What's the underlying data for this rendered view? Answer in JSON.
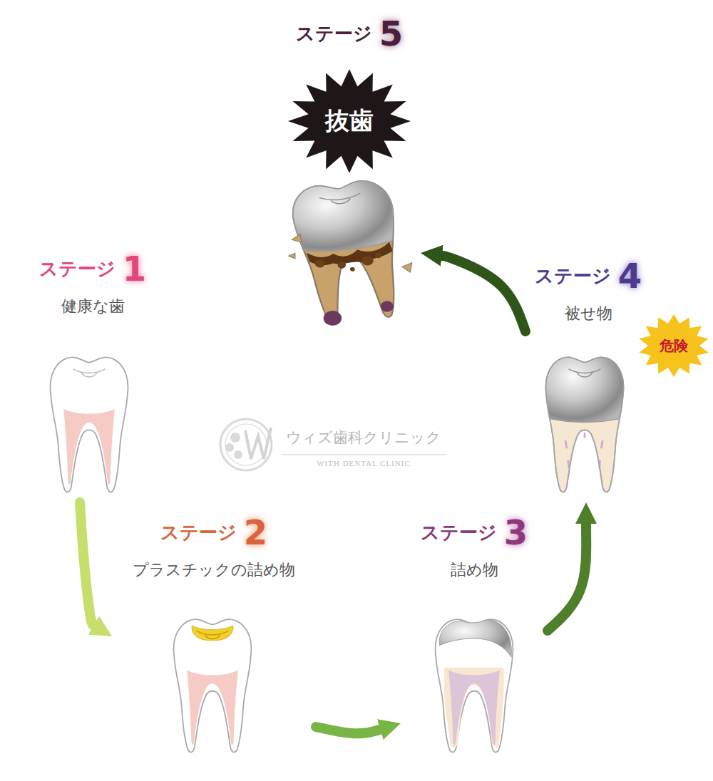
{
  "diagram": {
    "nodes": [
      {
        "text": [
          "ステージ",
          "1",
          "健康な歯"
        ]
      },
      {
        "text": [
          "ステージ",
          "2",
          "プラスチックの詰め物"
        ]
      },
      {
        "text": [
          "ステージ",
          "3",
          "詰め物"
        ]
      },
      {
        "text": [
          "ステージ",
          "4",
          "被せ物"
        ]
      },
      {
        "text": [
          "ステージ",
          "5",
          "抜歯"
        ]
      }
    ],
    "edges": [
      {
        "from": 0,
        "to": 1,
        "arrow": "to"
      },
      {
        "from": 1,
        "to": 2,
        "arrow": "to"
      },
      {
        "from": 2,
        "to": 3,
        "arrow": "to"
      },
      {
        "from": 3,
        "to": 4,
        "arrow": "to"
      }
    ],
    "labels": [
      "危険",
      "ウィズ歯科クリニック",
      "WITH DENTAL CLINIC"
    ]
  }
}
